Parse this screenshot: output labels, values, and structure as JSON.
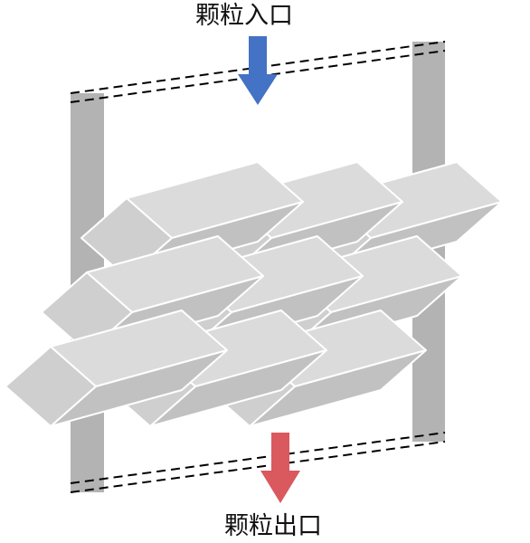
{
  "diagram": {
    "inlet_label": "颗粒入口",
    "outlet_label": "颗粒出口",
    "colors": {
      "inlet_arrow": "#4472c4",
      "outlet_arrow": "#d9595e",
      "pillar": "#b3b3b3",
      "bar_face": "#cfcfcf",
      "bar_edge": "#ffffff",
      "frame_line": "#000000"
    },
    "bar_grid": {
      "rows": 3,
      "columns": 3
    }
  }
}
